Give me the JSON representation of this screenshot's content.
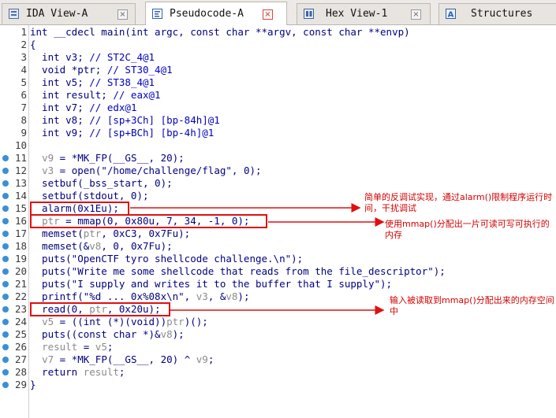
{
  "tabs": [
    {
      "label": "IDA View-A",
      "icon": "ida-view-icon",
      "active": false
    },
    {
      "label": "Pseudocode-A",
      "icon": "pseudocode-icon",
      "active": true
    },
    {
      "label": "Hex View-1",
      "icon": "hex-view-icon",
      "active": false
    },
    {
      "label": "Structures",
      "icon": "structures-icon",
      "active": false
    }
  ],
  "close_glyph": "×",
  "code": {
    "lines": [
      {
        "n": "1",
        "dot": false,
        "parts": [
          [
            "t",
            "int __cdecl main(int argc, const char **argv, const char **envp)"
          ]
        ]
      },
      {
        "n": "2",
        "dot": false,
        "parts": [
          [
            "t",
            "{"
          ]
        ]
      },
      {
        "n": "3",
        "dot": false,
        "parts": [
          [
            "t",
            "  int v3; "
          ],
          [
            "c",
            "// ST2C_4@1"
          ]
        ]
      },
      {
        "n": "4",
        "dot": false,
        "parts": [
          [
            "t",
            "  void *ptr; "
          ],
          [
            "c",
            "// ST30_4@1"
          ]
        ]
      },
      {
        "n": "5",
        "dot": false,
        "parts": [
          [
            "t",
            "  int v5; "
          ],
          [
            "c",
            "// ST38_4@1"
          ]
        ]
      },
      {
        "n": "6",
        "dot": false,
        "parts": [
          [
            "t",
            "  int result; "
          ],
          [
            "c",
            "// eax@1"
          ]
        ]
      },
      {
        "n": "7",
        "dot": false,
        "parts": [
          [
            "t",
            "  int v7; "
          ],
          [
            "c",
            "// edx@1"
          ]
        ]
      },
      {
        "n": "8",
        "dot": false,
        "parts": [
          [
            "t",
            "  int v8; "
          ],
          [
            "c",
            "// [sp+3Ch] [bp-84h]@1"
          ]
        ]
      },
      {
        "n": "9",
        "dot": false,
        "parts": [
          [
            "t",
            "  int v9; "
          ],
          [
            "c",
            "// [sp+BCh] [bp-4h]@1"
          ]
        ]
      },
      {
        "n": "10",
        "dot": false,
        "parts": [
          [
            "t",
            ""
          ]
        ]
      },
      {
        "n": "11",
        "dot": true,
        "parts": [
          [
            "t",
            "  "
          ],
          [
            "g",
            "v9"
          ],
          [
            "t",
            " = *MK_FP(__GS__, 20);"
          ]
        ]
      },
      {
        "n": "12",
        "dot": true,
        "parts": [
          [
            "t",
            "  "
          ],
          [
            "g",
            "v3"
          ],
          [
            "t",
            " = open(\"/home/challenge/flag\", 0);"
          ]
        ]
      },
      {
        "n": "13",
        "dot": true,
        "parts": [
          [
            "t",
            "  setbuf(_bss_start, 0);"
          ]
        ]
      },
      {
        "n": "14",
        "dot": true,
        "parts": [
          [
            "t",
            "  setbuf(stdout, 0);"
          ]
        ]
      },
      {
        "n": "15",
        "dot": true,
        "parts": [
          [
            "t",
            "  alarm(0x1Eu);"
          ]
        ]
      },
      {
        "n": "16",
        "dot": true,
        "parts": [
          [
            "t",
            "  "
          ],
          [
            "g",
            "ptr"
          ],
          [
            "t",
            " = mmap(0, 0x80u, 7, 34, -1, 0);"
          ]
        ]
      },
      {
        "n": "17",
        "dot": true,
        "parts": [
          [
            "t",
            "  memset("
          ],
          [
            "g",
            "ptr"
          ],
          [
            "t",
            ", 0xC3, 0x7Fu);"
          ]
        ]
      },
      {
        "n": "18",
        "dot": true,
        "parts": [
          [
            "t",
            "  memset(&"
          ],
          [
            "g",
            "v8"
          ],
          [
            "t",
            ", 0, 0x7Fu);"
          ]
        ]
      },
      {
        "n": "19",
        "dot": true,
        "parts": [
          [
            "t",
            "  puts(\"OpenCTF tyro shellcode challenge.\\n\");"
          ]
        ]
      },
      {
        "n": "20",
        "dot": true,
        "parts": [
          [
            "t",
            "  puts(\"Write me some shellcode that reads from the file_descriptor\");"
          ]
        ]
      },
      {
        "n": "21",
        "dot": true,
        "parts": [
          [
            "t",
            "  puts(\"I supply and writes it to the buffer that I supply\");"
          ]
        ]
      },
      {
        "n": "22",
        "dot": true,
        "parts": [
          [
            "t",
            "  printf(\"%d ... 0x%08x\\n\", "
          ],
          [
            "g",
            "v3"
          ],
          [
            "t",
            ", &"
          ],
          [
            "g",
            "v8"
          ],
          [
            "t",
            ");"
          ]
        ]
      },
      {
        "n": "23",
        "dot": true,
        "parts": [
          [
            "t",
            "  read(0, "
          ],
          [
            "g",
            "ptr"
          ],
          [
            "t",
            ", 0x20u);"
          ]
        ]
      },
      {
        "n": "24",
        "dot": true,
        "parts": [
          [
            "t",
            "  "
          ],
          [
            "g",
            "v5"
          ],
          [
            "t",
            " = ((int (*)(void))"
          ],
          [
            "g",
            "ptr"
          ],
          [
            "t",
            ")();"
          ]
        ]
      },
      {
        "n": "25",
        "dot": true,
        "parts": [
          [
            "t",
            "  puts((const char *)&"
          ],
          [
            "g",
            "v8"
          ],
          [
            "t",
            ");"
          ]
        ]
      },
      {
        "n": "26",
        "dot": true,
        "parts": [
          [
            "t",
            "  "
          ],
          [
            "g",
            "result"
          ],
          [
            "t",
            " = "
          ],
          [
            "g",
            "v5"
          ],
          [
            "t",
            ";"
          ]
        ]
      },
      {
        "n": "27",
        "dot": true,
        "parts": [
          [
            "t",
            "  "
          ],
          [
            "g",
            "v7"
          ],
          [
            "t",
            " = *MK_FP(__GS__, 20) ^ "
          ],
          [
            "g",
            "v9"
          ],
          [
            "t",
            ";"
          ]
        ]
      },
      {
        "n": "28",
        "dot": true,
        "parts": [
          [
            "t",
            "  return "
          ],
          [
            "g",
            "result"
          ],
          [
            "t",
            ";"
          ]
        ]
      },
      {
        "n": "29",
        "dot": true,
        "parts": [
          [
            "t",
            "}"
          ]
        ]
      }
    ]
  },
  "annotations": {
    "alarm": "简单的反调试实现，通过alarm()限制程序运行时间，干扰调试",
    "mmap": "使用mmap()分配出一片可读可写可执行的内存",
    "read": "输入被读取到mmap()分配出来的内存空间中"
  },
  "colors": {
    "keyword": "#000080",
    "comment": "#0000c0",
    "variable": "#8a8a8a",
    "highlight": "#e01010",
    "breakpoint_dot": "#3a8fd8"
  }
}
